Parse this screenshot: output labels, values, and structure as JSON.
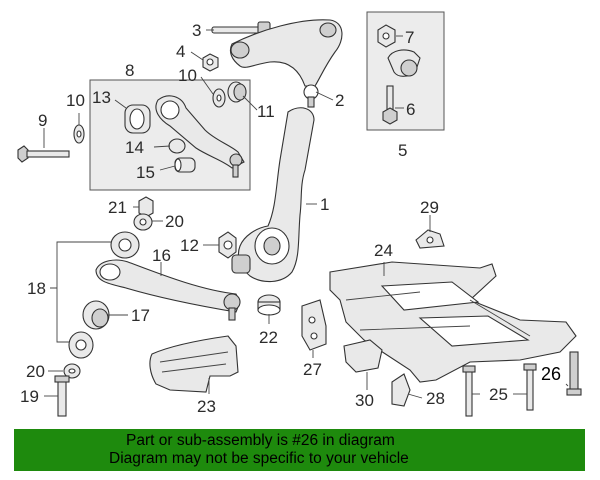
{
  "callouts": {
    "c1": "1",
    "c2": "2",
    "c3": "3",
    "c4": "4",
    "c5": "5",
    "c6": "6",
    "c7": "7",
    "c8": "8",
    "c9": "9",
    "c10a": "10",
    "c10b": "10",
    "c11": "11",
    "c12": "12",
    "c13": "13",
    "c14": "14",
    "c15": "15",
    "c16": "16",
    "c17": "17",
    "c18": "18",
    "c19": "19",
    "c20a": "20",
    "c20b": "20",
    "c21": "21",
    "c22": "22",
    "c23": "23",
    "c24": "24",
    "c25": "25",
    "c26": "26",
    "c27": "27",
    "c28": "28",
    "c29": "29",
    "c30": "30"
  },
  "highlighted_part": "26",
  "highlight_color": "#1e8a0d",
  "banner": {
    "line1": "Part or sub-assembly is #26 in diagram",
    "line2": "Diagram may not be specific to your vehicle"
  }
}
